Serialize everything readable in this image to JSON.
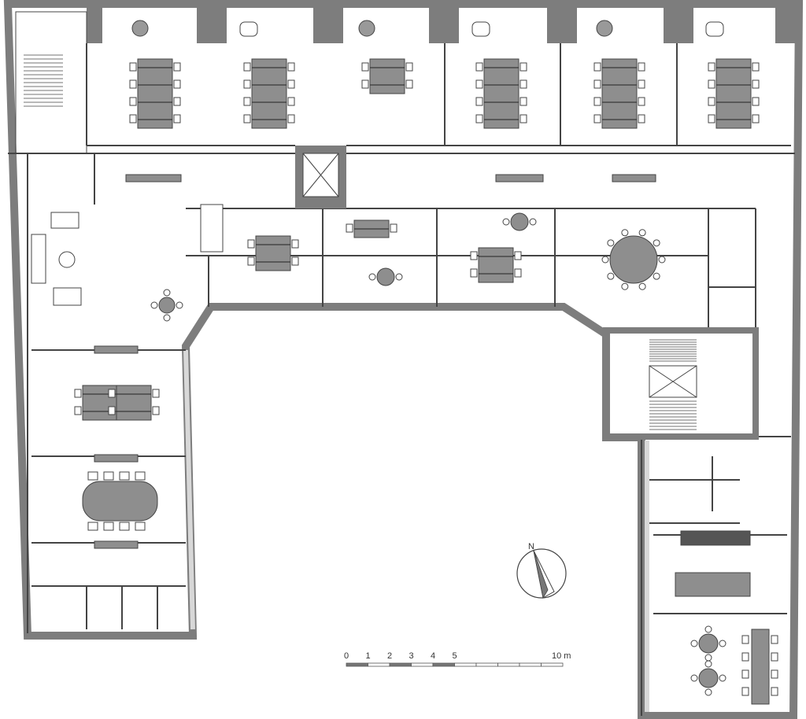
{
  "compass": {
    "north_label": "N"
  },
  "scale_bar": {
    "ticks": [
      "0",
      "1",
      "2",
      "3",
      "4",
      "5",
      "10 m"
    ]
  },
  "colors": {
    "wall": "#7d7d7d",
    "furniture": "#8e8e8e",
    "line": "#444444",
    "glass": "#d8d8d8"
  }
}
